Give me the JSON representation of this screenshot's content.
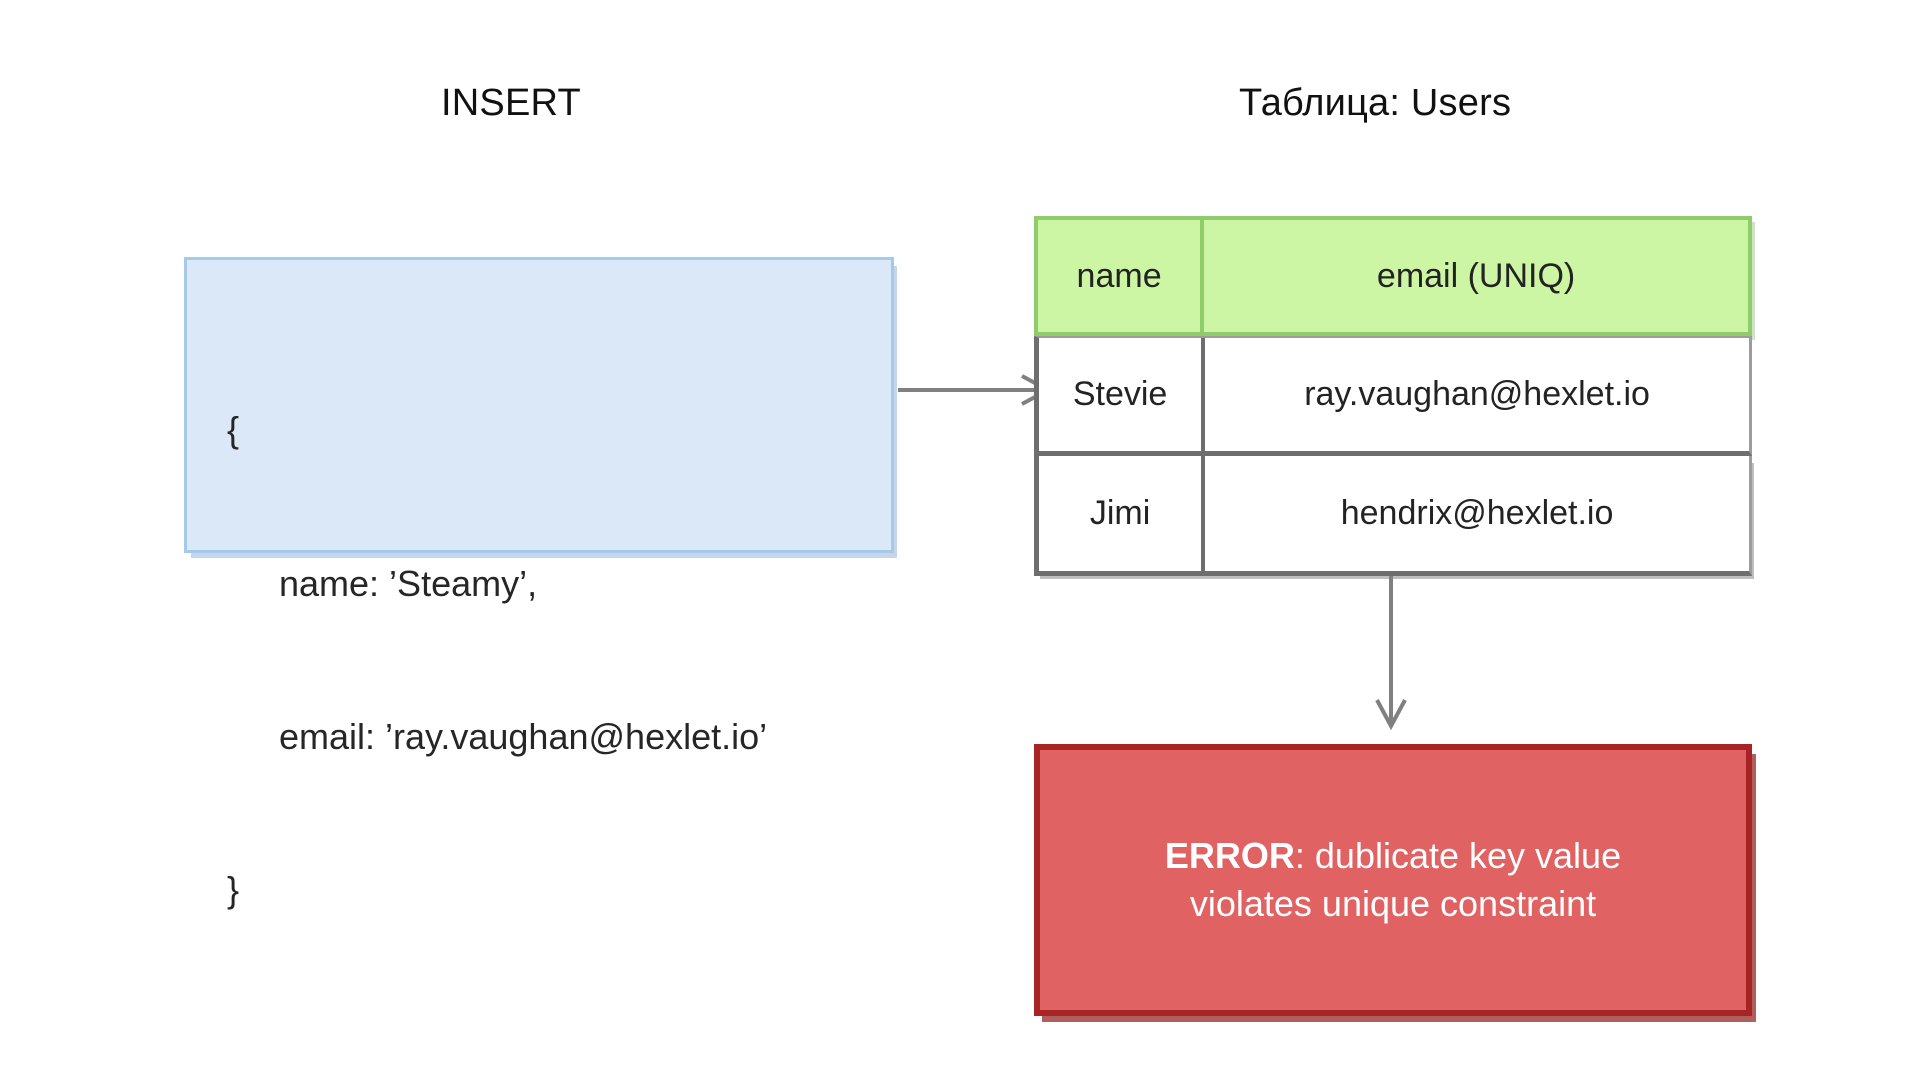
{
  "titles": {
    "insert": "INSERT",
    "table": "Таблица: Users"
  },
  "insert_payload": {
    "open_brace": "{",
    "line_name": "name: ’Steamy’,",
    "line_email": "email: ’ray.vaughan@hexlet.io’",
    "close_brace": "}"
  },
  "users_table": {
    "columns": [
      "name",
      "email (UNIQ)"
    ],
    "rows": [
      {
        "name": "Stevie",
        "email": "ray.vaughan@hexlet.io"
      },
      {
        "name": "Jimi",
        "email": "hendrix@hexlet.io"
      }
    ]
  },
  "error": {
    "label": "ERROR",
    "separator": ": ",
    "message_line1": "dublicate key value",
    "message_line2": "violates unique constraint"
  },
  "arrows": {
    "insert_to_table": "arrow-right",
    "table_to_error": "arrow-down"
  },
  "colors": {
    "insert_fill": "#dbe8f8",
    "insert_border": "#a6c8ea",
    "header_fill": "#ccf5a4",
    "header_border": "#8fcc6a",
    "row_border": "#6e6e6e",
    "error_fill": "#e06262",
    "error_border": "#a62424",
    "arrow": "#808080",
    "text": "#232323"
  }
}
